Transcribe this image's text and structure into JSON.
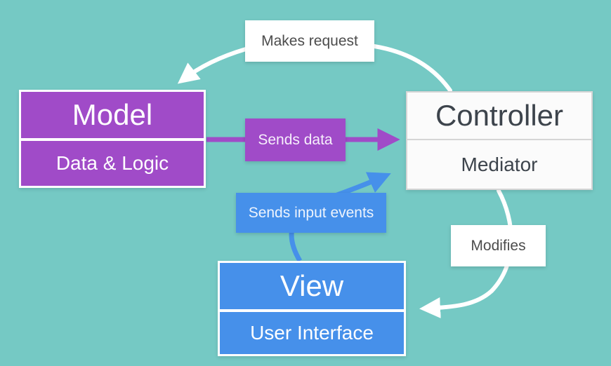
{
  "colors": {
    "bg": "#75c9c4",
    "purple": "#a04bc8",
    "blue": "#4690ea",
    "white": "#ffffff",
    "node_text_dark": "#3d444c",
    "label_text": "#4c4c4c",
    "ctrl_fill": "#fbfbfb",
    "ctrl_border": "#d5d5d5"
  },
  "nodes": {
    "model": {
      "title": "Model",
      "subtitle": "Data & Logic"
    },
    "controller": {
      "title": "Controller",
      "subtitle": "Mediator"
    },
    "view": {
      "title": "View",
      "subtitle": "User Interface"
    }
  },
  "labels": {
    "makes_request": "Makes request",
    "sends_data": "Sends data",
    "sends_input_events": "Sends input events",
    "modifies": "Modifies"
  },
  "arrows": [
    {
      "id": "makes-request",
      "from": "Controller",
      "to": "Model",
      "color": "white"
    },
    {
      "id": "sends-data",
      "from": "Model",
      "to": "Controller",
      "color": "purple"
    },
    {
      "id": "sends-input-events",
      "from": "View",
      "to": "Controller",
      "color": "blue"
    },
    {
      "id": "modifies",
      "from": "Controller",
      "to": "View",
      "color": "white"
    }
  ]
}
